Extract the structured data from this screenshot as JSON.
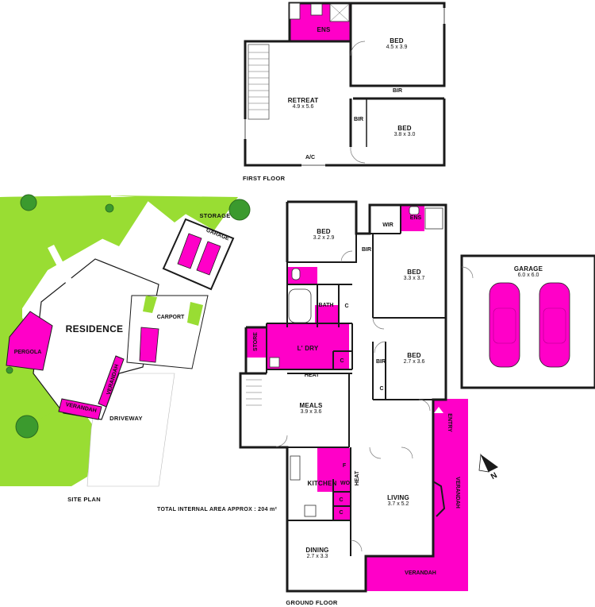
{
  "colors": {
    "wet": "#ff00c8",
    "lawn": "#99dd33",
    "wall": "#1a1a1a"
  },
  "first_floor": {
    "caption": "FIRST FLOOR",
    "rooms": {
      "ens": {
        "name": "ENS"
      },
      "bed1": {
        "name": "BED",
        "dims": "4.5 x 3.9"
      },
      "bir_h": {
        "name": "BIR"
      },
      "retreat": {
        "name": "RETREAT",
        "dims": "4.9 x 5.6"
      },
      "bir_v": {
        "name": "BIR"
      },
      "bed2": {
        "name": "BED",
        "dims": "3.8 x 3.0"
      },
      "ac": {
        "name": "A/C"
      }
    }
  },
  "site_plan": {
    "caption": "SITE PLAN",
    "residence": "RESIDENCE",
    "pergola": "PERGOLA",
    "verandah1": "VERANDAH",
    "verandah2": "VERANDAH",
    "carport": "CARPORT",
    "garage": "GARAGE",
    "storage": "STORAGE",
    "driveway": "DRIVEWAY"
  },
  "ground_floor": {
    "caption": "GROUND FLOOR",
    "area_note": "TOTAL INTERNAL AREA APPROX : 204 m²",
    "rooms": {
      "bed_a": {
        "name": "BED",
        "dims": "3.2 x 2.9"
      },
      "wir": {
        "name": "WIR"
      },
      "ens": {
        "name": "ENS"
      },
      "bir_a": {
        "name": "BIR"
      },
      "bed_b": {
        "name": "BED",
        "dims": "3.3 x 3.7"
      },
      "bath": {
        "name": "BATH"
      },
      "c1": {
        "name": "C"
      },
      "store": {
        "name": "STORE"
      },
      "ldry": {
        "name": "L' DRY"
      },
      "c2": {
        "name": "C"
      },
      "heat1": {
        "name": "HEAT"
      },
      "bir_b": {
        "name": "BIR"
      },
      "bed_c": {
        "name": "BED",
        "dims": "2.7 x 3.6"
      },
      "c3": {
        "name": "C"
      },
      "meals": {
        "name": "MEALS",
        "dims": "3.9 x 3.6"
      },
      "entry": {
        "name": "ENTRY"
      },
      "kitchen": {
        "name": "KITCHEN"
      },
      "f": {
        "name": "F"
      },
      "wo": {
        "name": "WO"
      },
      "heat2": {
        "name": "HEAT"
      },
      "c4": {
        "name": "C"
      },
      "c5": {
        "name": "C"
      },
      "living": {
        "name": "LIVING",
        "dims": "3.7 x 5.2"
      },
      "verandah_v": {
        "name": "VERANDAH"
      },
      "verandah_h": {
        "name": "VERANDAH"
      },
      "dining": {
        "name": "DINING",
        "dims": "2.7 x 3.3"
      }
    }
  },
  "garage_plan": {
    "name": "GARAGE",
    "dims": "6.0 x 6.0"
  },
  "north_label": "N"
}
